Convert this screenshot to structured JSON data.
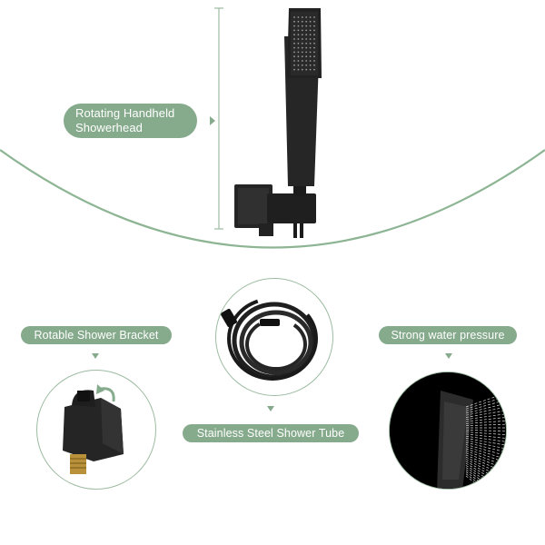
{
  "labels": {
    "handheld_line1": "Rotating Handheld",
    "handheld_line2": "Showerhead",
    "bracket": "Rotable Shower Bracket",
    "pressure": "Strong water pressure",
    "tube": "Stainless Steel  Shower Tube"
  },
  "colors": {
    "accent": "#86aa8c",
    "product": "#1e1e1e"
  }
}
